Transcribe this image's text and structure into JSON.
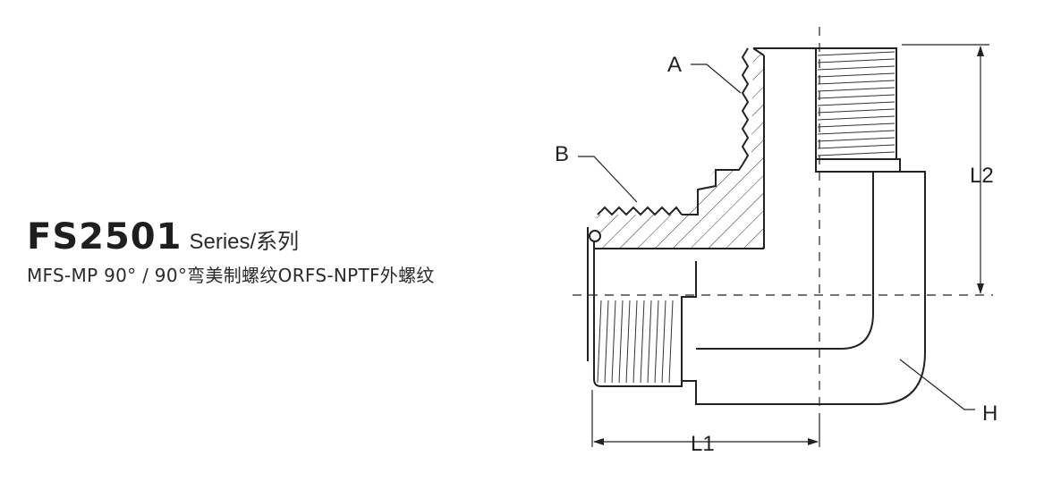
{
  "header": {
    "model": "FS2501",
    "series": "Series/系列",
    "subtitle": "MFS-MP 90° / 90°弯美制螺纹ORFS-NPTF外螺纹"
  },
  "drawing": {
    "callouts": {
      "a": "A",
      "b": "B",
      "h": "H"
    },
    "dimensions": {
      "l1": "L1",
      "l2": "L2"
    }
  }
}
